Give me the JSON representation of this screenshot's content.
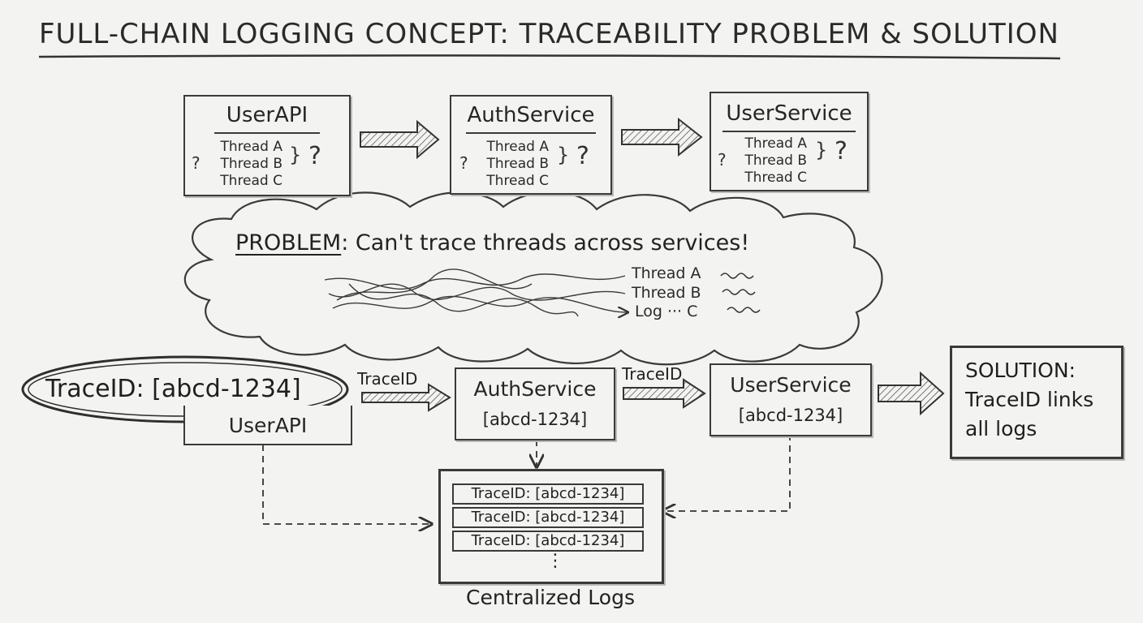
{
  "title": "FULL-CHAIN LOGGING CONCEPT: TRACEABILITY PROBLEM & SOLUTION",
  "problem_services": [
    {
      "name": "UserAPI",
      "threads": [
        "Thread A",
        "Thread B",
        "Thread C"
      ]
    },
    {
      "name": "AuthService",
      "threads": [
        "Thread A",
        "Thread B",
        "Thread C"
      ]
    },
    {
      "name": "UserService",
      "threads": [
        "Thread A",
        "Thread B",
        "Thread C"
      ]
    }
  ],
  "question_mark": "?",
  "problem": {
    "label": "PROBLEM",
    "text": ": Can't trace threads across services!",
    "legend": [
      "Thread A",
      "Thread B",
      "Log ··· C"
    ]
  },
  "solution_flow": {
    "trace_id_label": "TraceID: [abcd-1234]",
    "arrow_label": "TraceID",
    "id_value": "[abcd-1234]",
    "services": [
      "UserAPI",
      "AuthService",
      "UserService"
    ]
  },
  "solution": {
    "lines": [
      "SOLUTION:",
      "TraceID links",
      "all logs"
    ]
  },
  "central_logs": {
    "entries": [
      "TraceID: [abcd-1234]",
      "TraceID: [abcd-1234]",
      "TraceID: [abcd-1234]"
    ],
    "ellipsis": "⋮",
    "caption": "Centralized Logs"
  },
  "icons": [
    "thumbs-up-icon",
    "right-arrow-icon"
  ]
}
